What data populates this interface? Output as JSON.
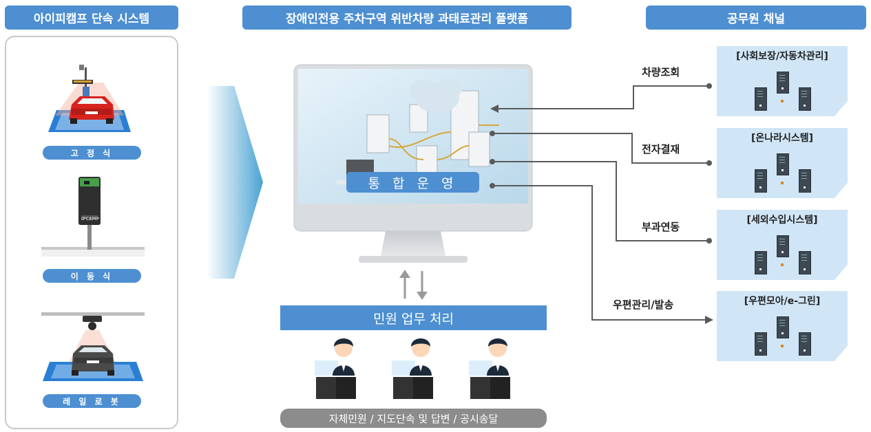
{
  "headers": {
    "left": "아이피캠프 단속 시스템",
    "center": "장애인전용 주차구역 위반차량 과태료관리 플랫폼",
    "right": "공무원 채널"
  },
  "devices": [
    {
      "label": "고 정 식",
      "icon": "fixed-pole-camera"
    },
    {
      "label": "이 동 식",
      "icon": "mobile-kiosk-camera"
    },
    {
      "label": "레 일 로 봇",
      "icon": "rail-robot-camera"
    }
  ],
  "device_logo": "IPCAMP",
  "monitor": {
    "label": "통 합 운 영"
  },
  "civil": {
    "title": "민원 업무 처리",
    "footer": "자체민원 / 지도단속 및 답변 / 공시송달"
  },
  "connections": [
    {
      "label": "차량조회"
    },
    {
      "label": "전자결재"
    },
    {
      "label": "부과연동"
    },
    {
      "label": "우편관리/발송"
    }
  ],
  "channels": [
    {
      "title": "[사회보장/자동차관리]"
    },
    {
      "title": "[온나라시스템]"
    },
    {
      "title": "[세외수입시스템]"
    },
    {
      "title": "[우편모아/e-그린]"
    }
  ],
  "colors": {
    "accent": "#4d8fd1",
    "panel_bg": "#d0e6f7",
    "line": "#5a5a5a",
    "gray_bar": "#8c8c8c"
  }
}
